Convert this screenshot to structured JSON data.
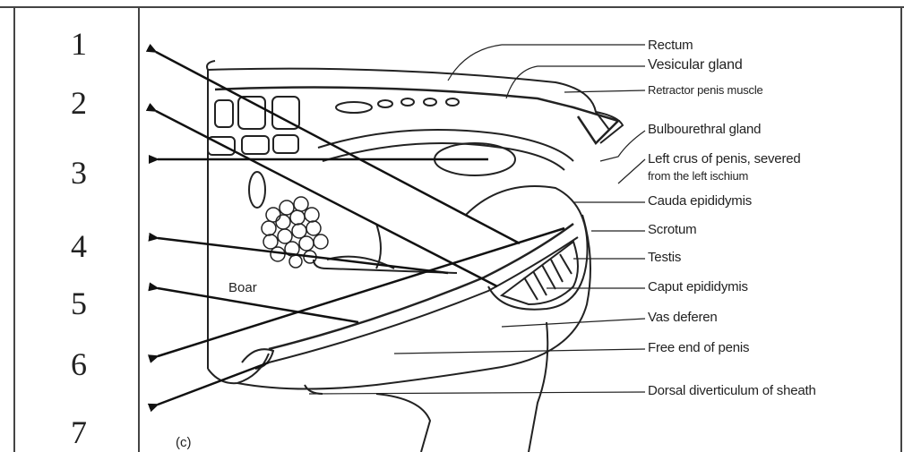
{
  "numbers": [
    "1",
    "2",
    "3",
    "4",
    "5",
    "6",
    "7"
  ],
  "labels": [
    "Rectum",
    "Vesicular gland",
    "Retractor penis muscle",
    "Bulbourethral gland",
    "Left crus of penis, severed",
    "from the left ischium",
    "Cauda epididymis",
    "Scrotum",
    "Testis",
    "Caput epididymis",
    "Vas deferen",
    "Free end of penis",
    "Dorsal diverticulum of sheath"
  ],
  "figure": {
    "species_label": "Boar",
    "panel_letter": "(c)"
  }
}
